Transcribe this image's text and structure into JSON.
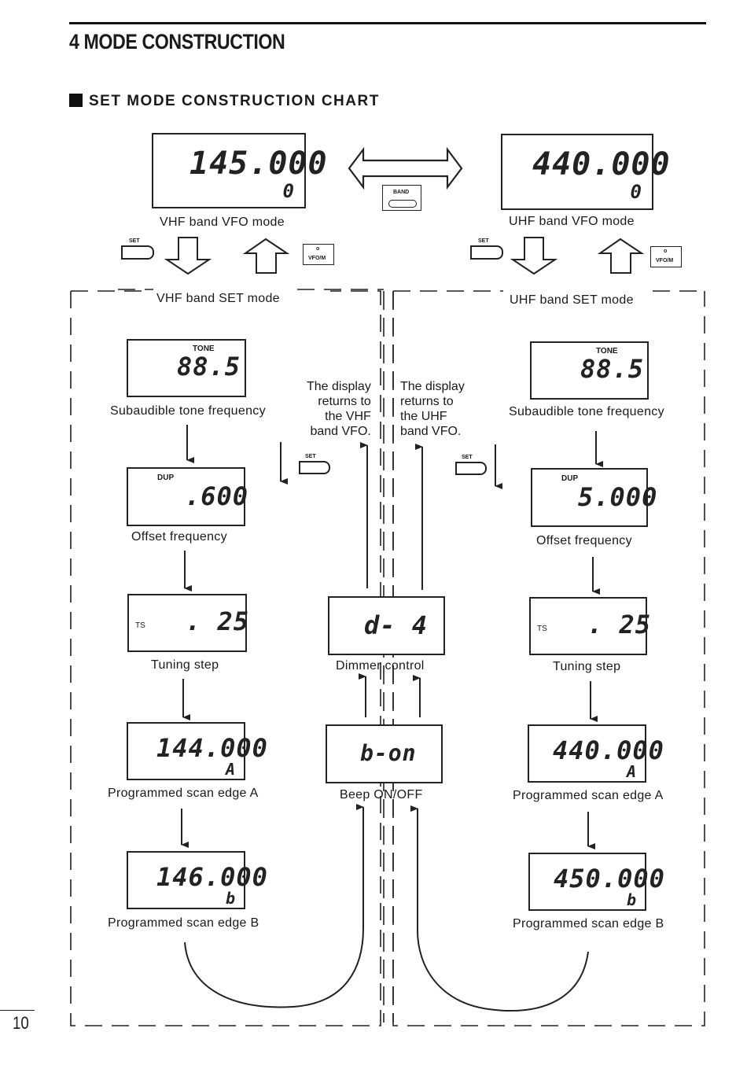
{
  "section_title": "4 MODE CONSTRUCTION",
  "chart_title": "SET MODE CONSTRUCTION CHART",
  "page_number": "10",
  "top": {
    "vhf": {
      "display": "145.000",
      "sub": "0",
      "label": "VHF band VFO mode"
    },
    "uhf": {
      "display": "440.000",
      "sub": "0",
      "label": "UHF band VFO mode"
    },
    "band_key": "BAND"
  },
  "keys": {
    "set": "SET",
    "vfo_m": "VFO/M",
    "vfo_dot": "o"
  },
  "vhf_set": {
    "title": "VHF band SET mode",
    "tone": {
      "ind": "TONE",
      "value": "88.5",
      "label": "Subaudible tone frequency"
    },
    "offset": {
      "ind": "DUP",
      "value": ".600",
      "label": "Offset frequency"
    },
    "step": {
      "ind": "TS",
      "value": ". 25",
      "label": "Tuning step"
    },
    "edge_a": {
      "value": "144.000",
      "sub": "A",
      "label": "Programmed scan edge A"
    },
    "edge_b": {
      "value": "146.000",
      "sub": "b",
      "label": "Programmed scan edge B"
    },
    "note": "The display\n returns to\n the VHF\nband VFO."
  },
  "uhf_set": {
    "title": "UHF band SET mode",
    "tone": {
      "ind": "TONE",
      "value": "88.5",
      "label": "Subaudible tone frequency"
    },
    "offset": {
      "ind": "DUP",
      "value": "5.000",
      "label": "Offset frequency"
    },
    "step": {
      "ind": "TS",
      "value": ". 25",
      "label": "Tuning step"
    },
    "edge_a": {
      "value": "440.000",
      "sub": "A",
      "label": "Programmed scan edge A"
    },
    "edge_b": {
      "value": "450.000",
      "sub": "b",
      "label": "Programmed scan edge B"
    },
    "note": "The display\nreturns to\nthe UHF\nband VFO."
  },
  "center": {
    "dimmer": {
      "value": "d- 4",
      "label": "Dimmer control"
    },
    "beep": {
      "value": "b-on",
      "label": "Beep ON/OFF"
    }
  }
}
